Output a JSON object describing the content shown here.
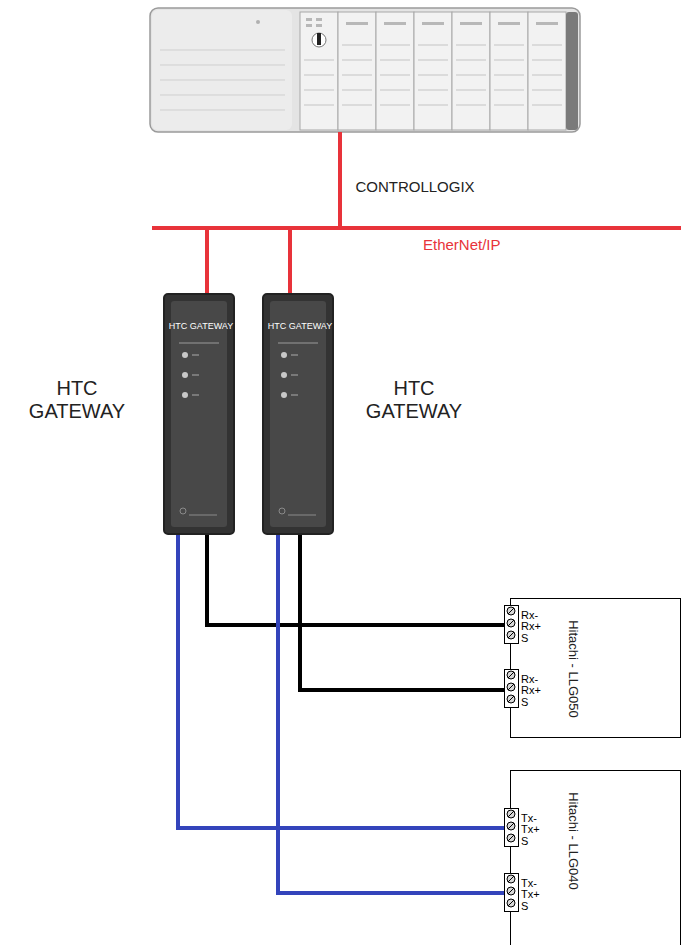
{
  "diagram": {
    "nodes": [
      {
        "text": [
          "CONTROLLOGIX"
        ]
      },
      {
        "text": [
          "HTC GATEWAY",
          "HTC GATEWAY"
        ]
      },
      {
        "text": [
          "HTC GATEWAY",
          "HTC GATEWAY"
        ]
      },
      {
        "text": [
          "Hitachi - LLG050"
        ]
      },
      {
        "text": [
          "Hitachi - LLG040"
        ]
      }
    ],
    "edges": [
      {
        "from": 0,
        "to": 1,
        "arrow": "none"
      },
      {
        "from": 0,
        "to": 2,
        "arrow": "none"
      },
      {
        "from": 1,
        "to": 3,
        "arrow": "none"
      },
      {
        "from": 2,
        "to": 3,
        "arrow": "none"
      },
      {
        "from": 1,
        "to": 4,
        "arrow": "none"
      },
      {
        "from": 2,
        "to": 4,
        "arrow": "none"
      }
    ],
    "labels": [
      "EtherNet/IP",
      "Rx-",
      "Rx+",
      "S",
      "Rx-",
      "Rx+",
      "S",
      "Tx-",
      "Tx+",
      "S",
      "Tx-",
      "Tx+",
      "S"
    ]
  }
}
